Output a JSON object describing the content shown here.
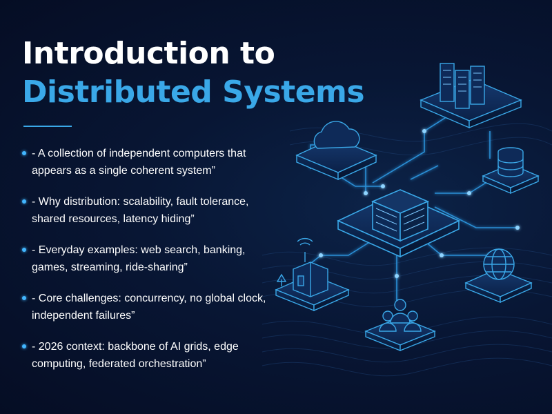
{
  "title": {
    "line1": "Introduction to",
    "line2": "Distributed Systems"
  },
  "bullets": [
    {
      "line1": "- A collection of independent computers that",
      "line2": "appears as a single coherent system”"
    },
    {
      "line1": "- Why distribution: scalability, fault tolerance,",
      "line2": "shared resources, latency hiding”"
    },
    {
      "line1": "- Everyday examples: web search, banking,",
      "line2": "games, streaming, ride-sharing”"
    },
    {
      "line1": "- Core challenges: concurrency, no global clock,",
      "line2": "independent failures”"
    },
    {
      "line1": "- 2026 context: backbone of AI grids, edge",
      "line2": "computing, federated orchestration”"
    }
  ],
  "illustration": {
    "icons": [
      "server-rack-icon",
      "cloud-icon",
      "database-icon",
      "central-server-icon",
      "iot-building-icon",
      "users-group-icon",
      "globe-icon"
    ],
    "accent": "#3aa8e8",
    "line_color": "#2a8fd6"
  }
}
